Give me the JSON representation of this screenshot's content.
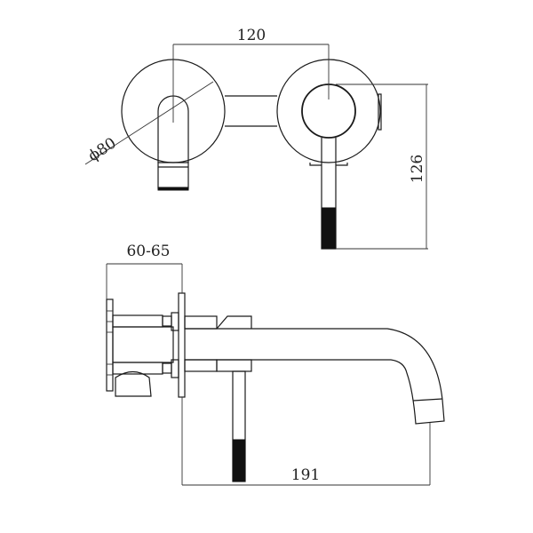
{
  "diagram": {
    "subject": "Wall-mounted basin mixer tap technical drawing",
    "views": [
      "front-elevation",
      "side-section"
    ],
    "colors": {
      "line": "#1a1a1a",
      "background": "#ffffff",
      "handle_grip": "#111111"
    }
  },
  "dimensions": {
    "spacing": "120",
    "plate_diameter": "ϕ80",
    "height": "126",
    "wall_depth": "60-65",
    "spout_reach": "191"
  }
}
